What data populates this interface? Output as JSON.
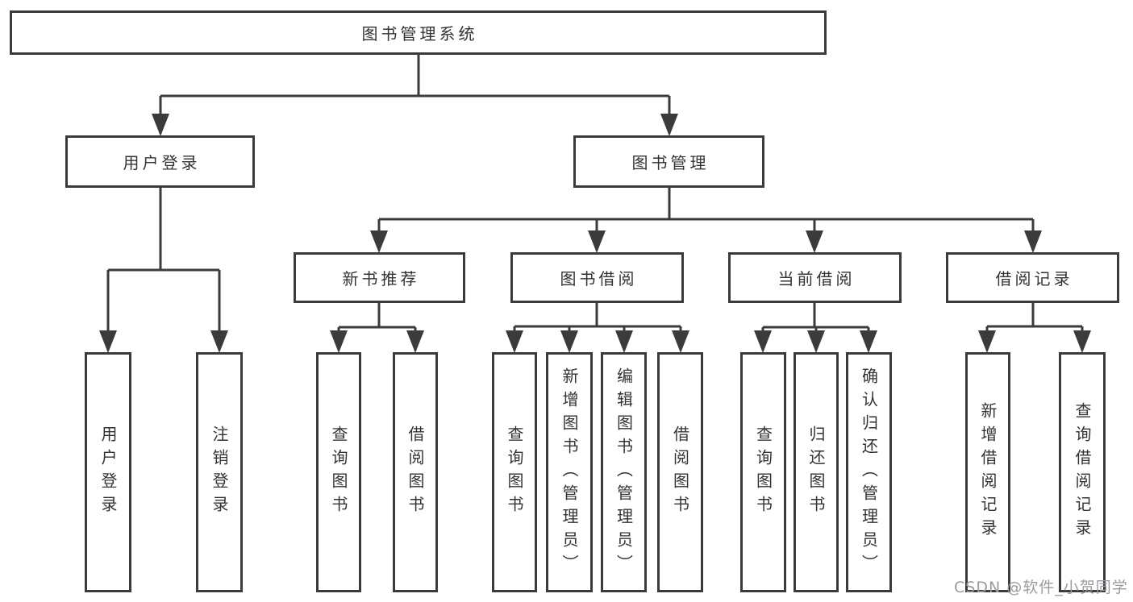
{
  "diagram": {
    "title": "图书管理系统",
    "type": "hierarchy-tree",
    "nodes": {
      "root": {
        "label": "图书管理系统",
        "level": 1
      },
      "user_login": {
        "label": "用户登录",
        "level": 2
      },
      "book_mgmt": {
        "label": "图书管理",
        "level": 2
      },
      "new_book_rec": {
        "label": "新书推荐",
        "level": 3
      },
      "book_borrow": {
        "label": "图书借阅",
        "level": 3
      },
      "current_borrow": {
        "label": "当前借阅",
        "level": 3
      },
      "borrow_records": {
        "label": "借阅记录",
        "level": 3
      },
      "login_leaf": {
        "label": "用户登录",
        "level": 4
      },
      "logout_leaf": {
        "label": "注销登录",
        "level": 4
      },
      "rec_query_book": {
        "label": "查询图书",
        "level": 4
      },
      "rec_borrow_book": {
        "label": "借阅图书",
        "level": 4
      },
      "bor_query_book": {
        "label": "查询图书",
        "level": 4
      },
      "bor_add_book": {
        "label": "新增图书（管理员）",
        "level": 4
      },
      "bor_edit_book": {
        "label": "编辑图书（管理员）",
        "level": 4
      },
      "bor_borrow_book": {
        "label": "借阅图书",
        "level": 4
      },
      "cur_query_book": {
        "label": "查询图书",
        "level": 4
      },
      "cur_return_book": {
        "label": "归还图书",
        "level": 4
      },
      "cur_confirm_return": {
        "label": "确认归还（管理员）",
        "level": 4
      },
      "recs_add_record": {
        "label": "新增借阅记录",
        "level": 4
      },
      "recs_query_record": {
        "label": "查询借阅记录",
        "level": 4
      }
    },
    "hierarchy": [
      {
        "parent": "图书管理系统",
        "children": [
          "用户登录",
          "图书管理"
        ]
      },
      {
        "parent": "用户登录",
        "children": [
          "用户登录",
          "注销登录"
        ]
      },
      {
        "parent": "图书管理",
        "children": [
          "新书推荐",
          "图书借阅",
          "当前借阅",
          "借阅记录"
        ]
      },
      {
        "parent": "新书推荐",
        "children": [
          "查询图书",
          "借阅图书"
        ]
      },
      {
        "parent": "图书借阅",
        "children": [
          "查询图书",
          "新增图书（管理员）",
          "编辑图书（管理员）",
          "借阅图书"
        ]
      },
      {
        "parent": "当前借阅",
        "children": [
          "查询图书",
          "归还图书",
          "确认归还（管理员）"
        ]
      },
      {
        "parent": "借阅记录",
        "children": [
          "新增借阅记录",
          "查询借阅记录"
        ]
      }
    ],
    "colors": {
      "line": "#3b3b3b",
      "box_border": "#3b3b3b",
      "box_fill": "#ffffff",
      "text": "#333333",
      "background": "#ffffff"
    }
  },
  "watermark": {
    "text": "CSDN @软件_小贺同学",
    "color": "#9b9ba1"
  }
}
